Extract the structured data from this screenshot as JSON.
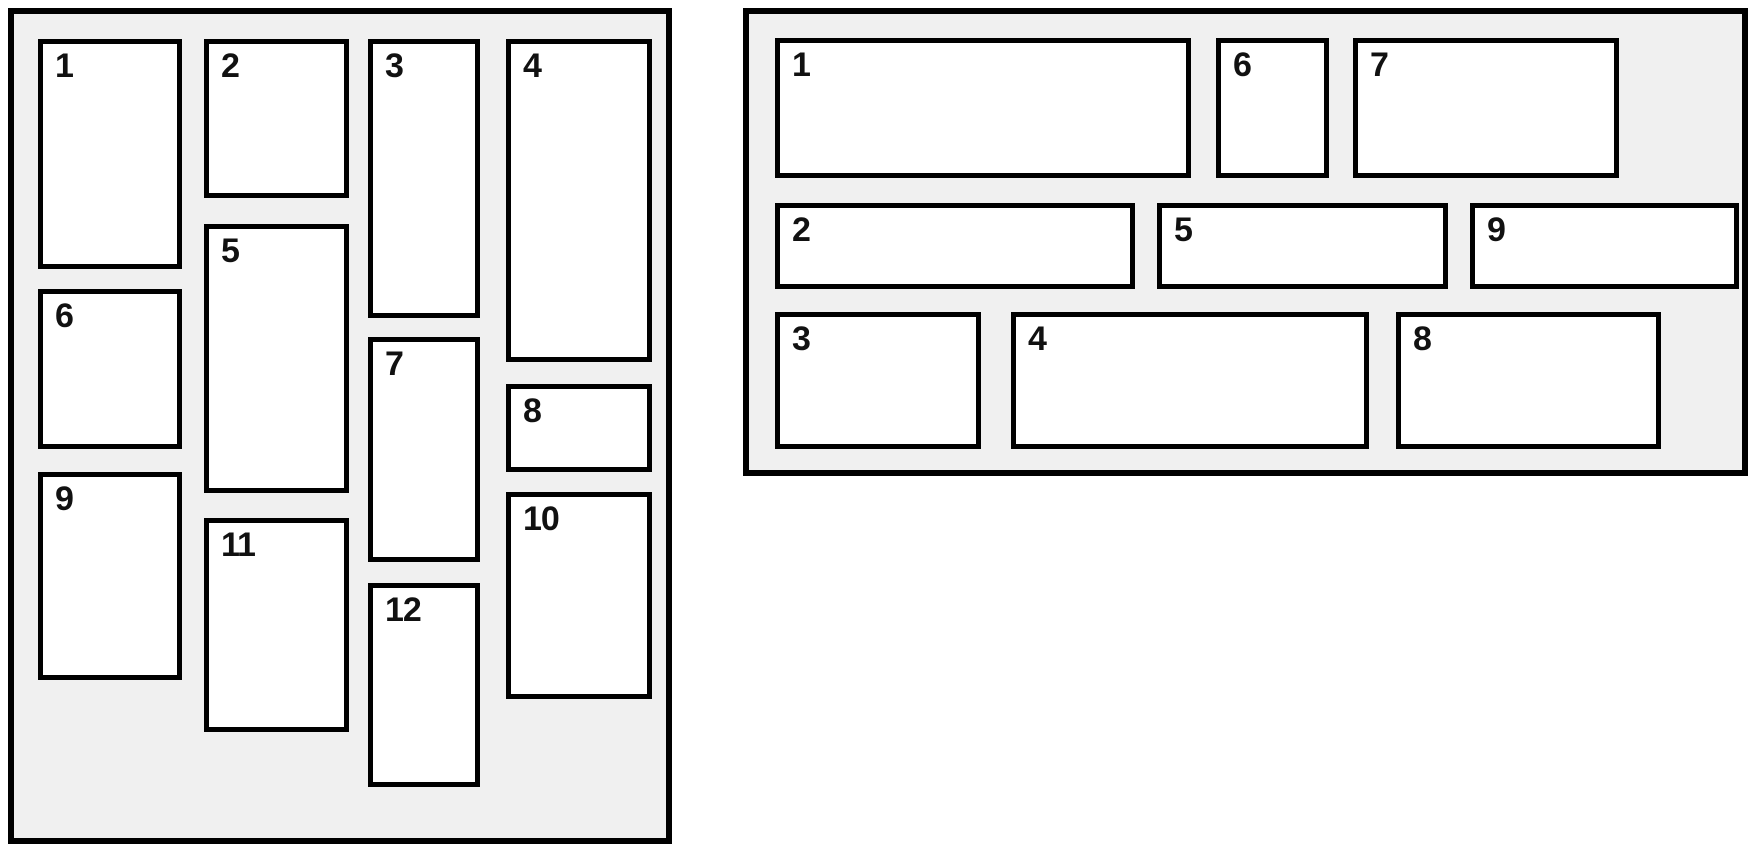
{
  "colors": {
    "page_bg": "#ffffff",
    "panel_bg": "#f0f0f0",
    "box_bg": "#ffffff",
    "border": "#000000",
    "text": "#111111"
  },
  "left_panel": {
    "items": [
      "1",
      "2",
      "3",
      "4",
      "5",
      "6",
      "7",
      "8",
      "9",
      "10",
      "11",
      "12"
    ]
  },
  "right_panel": {
    "items": [
      "1",
      "2",
      "3",
      "4",
      "5",
      "6",
      "7",
      "8",
      "9"
    ]
  }
}
